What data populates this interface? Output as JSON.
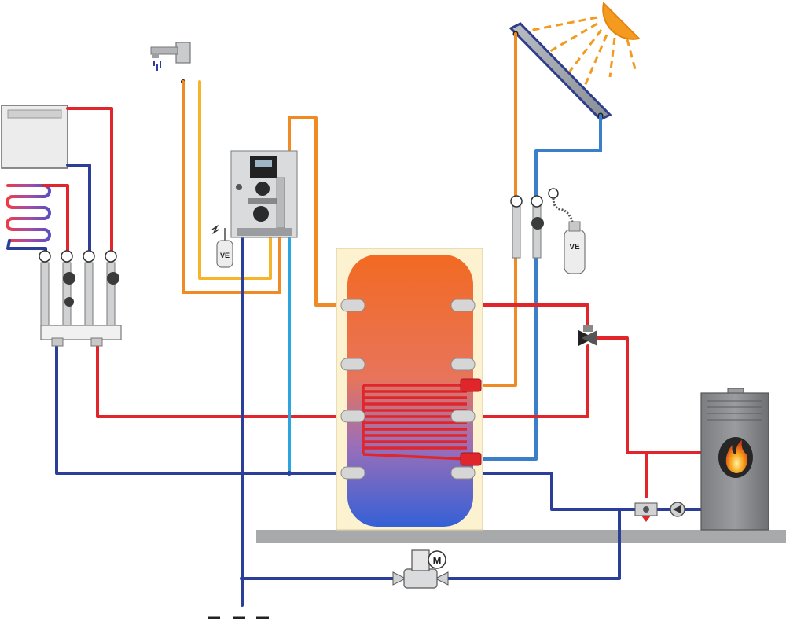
{
  "labels": {
    "expansion_vessel_dhw": "VE",
    "expansion_vessel_solar": "VE",
    "valve_motor": "M"
  },
  "colors": {
    "hot": "#e0262b",
    "cold": "#2b3f9a",
    "dhw_hot": "#f08a24",
    "dhw_supply": "#f5b42a",
    "mains_cold": "#2aa5df",
    "solar_return": "#3a7fc9",
    "tank_top": "#f06a24",
    "tank_bottom": "#3a63d4",
    "insulation": "#fdf2cf",
    "floor": "#a7a9ab",
    "sun": "#f39a1f"
  },
  "icons": {
    "sun": "sun-icon",
    "solar_panel": "solar-collector-icon",
    "tap": "water-tap-icon",
    "radiator": "radiator-icon",
    "floor_heating": "underfloor-heating-coil-icon",
    "stove": "pellet-stove-icon",
    "flame": "flame-icon",
    "tank": "storage-tank-icon",
    "mixing_valve": "three-way-valve-icon",
    "motor_valve": "motorized-valve-icon",
    "pump": "circulation-pump-icon",
    "gauge": "pressure-gauge-icon"
  }
}
